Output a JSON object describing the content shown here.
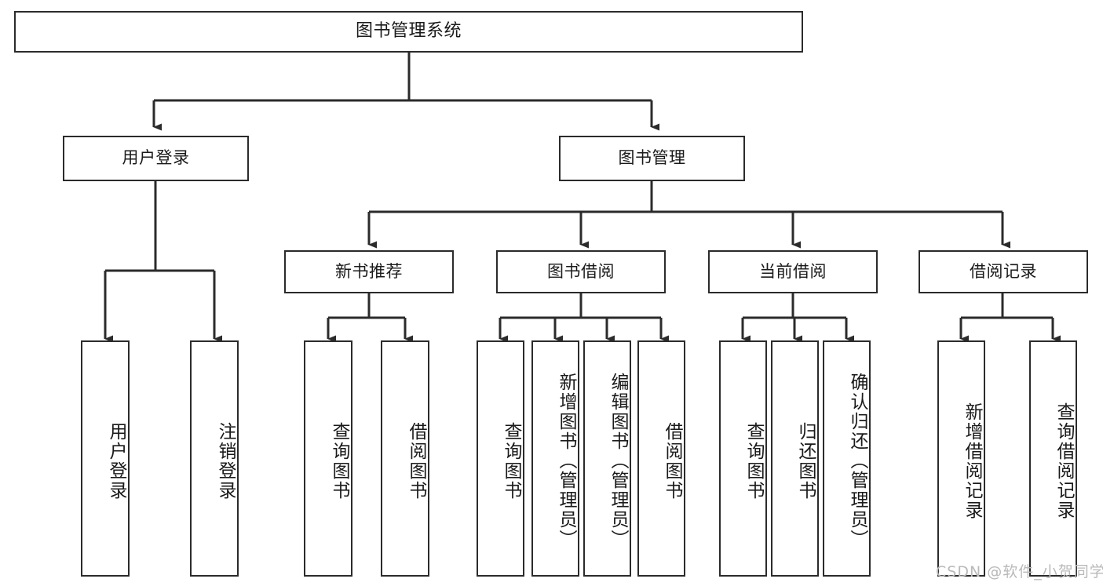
{
  "diagram": {
    "type": "tree-hierarchy-chart",
    "title": "图书管理系统",
    "orientation": "top-down",
    "colors": {
      "box_border": "#2b2b2b",
      "box_fill": "#ffffff",
      "connector": "#2b2b2b",
      "text": "#1a1a1a",
      "watermark": "#b9b9b9",
      "background": "#ffffff"
    }
  },
  "root": {
    "label": "图书管理系统"
  },
  "level2": [
    {
      "id": "user-login",
      "label": "用户登录"
    },
    {
      "id": "book-management",
      "label": "图书管理"
    }
  ],
  "level3": [
    {
      "id": "new-book-recommend",
      "label": "新书推荐",
      "parent": "book-management"
    },
    {
      "id": "book-borrow",
      "label": "图书借阅",
      "parent": "book-management"
    },
    {
      "id": "current-borrow",
      "label": "当前借阅",
      "parent": "book-management"
    },
    {
      "id": "borrow-record",
      "label": "借阅记录",
      "parent": "book-management"
    }
  ],
  "leaves": {
    "user_login": [
      {
        "id": "leaf-user-login",
        "label": "用户登录"
      },
      {
        "id": "leaf-logout",
        "label": "注销登录"
      }
    ],
    "new_book_recommend": [
      {
        "id": "leaf-query-book-1",
        "label": "查询图书"
      },
      {
        "id": "leaf-borrow-book-1",
        "label": "借阅图书"
      }
    ],
    "book_borrow": [
      {
        "id": "leaf-query-book-2",
        "label": "查询图书"
      },
      {
        "id": "leaf-add-book",
        "label": "新增图书（管理员）"
      },
      {
        "id": "leaf-edit-book",
        "label": "编辑图书（管理员）"
      },
      {
        "id": "leaf-borrow-book-2",
        "label": "借阅图书"
      }
    ],
    "current_borrow": [
      {
        "id": "leaf-query-book-3",
        "label": "查询图书"
      },
      {
        "id": "leaf-return-book",
        "label": "归还图书"
      },
      {
        "id": "leaf-confirm-return",
        "label": "确认归还（管理员）"
      }
    ],
    "borrow_record": [
      {
        "id": "leaf-add-record",
        "label": "新增借阅记录"
      },
      {
        "id": "leaf-query-record",
        "label": "查询借阅记录"
      }
    ]
  },
  "watermark": {
    "text": "CSDN @软件_小贺同学"
  }
}
